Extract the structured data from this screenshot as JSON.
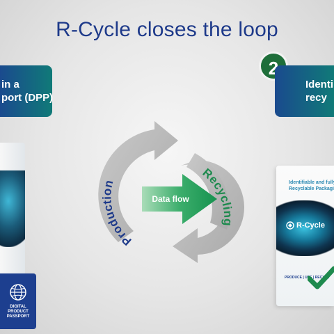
{
  "title": "R-Cycle closes the loop",
  "left_badge": {
    "line1": "in a",
    "line2": "port (DPP)"
  },
  "right_badge": {
    "step": "2",
    "line1": "Identi",
    "line2": "recy"
  },
  "cycle": {
    "left_label": "Production",
    "right_label": "Recycling",
    "center_label": "Data flow"
  },
  "dpp_card": {
    "line1": "DIGITAL",
    "line2": "PRODUCT",
    "line3": "PASSPORT"
  },
  "pouch": {
    "tagline_1": "Identifiable and fully",
    "tagline_2": "Recyclable Packaging",
    "brand": "R-Cycle",
    "footer": "PRODUCE | USE | RECYCL"
  },
  "colors": {
    "title": "#1e3a8a",
    "badge_start": "#1a4a8e",
    "badge_end": "#107a78",
    "step_circle": "#1e6e3a",
    "production_text": "#1e3a8a",
    "recycling_text": "#1e8a4e",
    "dataflow_arrow": "#1a9a5a",
    "checkmark": "#1e8a4e"
  }
}
